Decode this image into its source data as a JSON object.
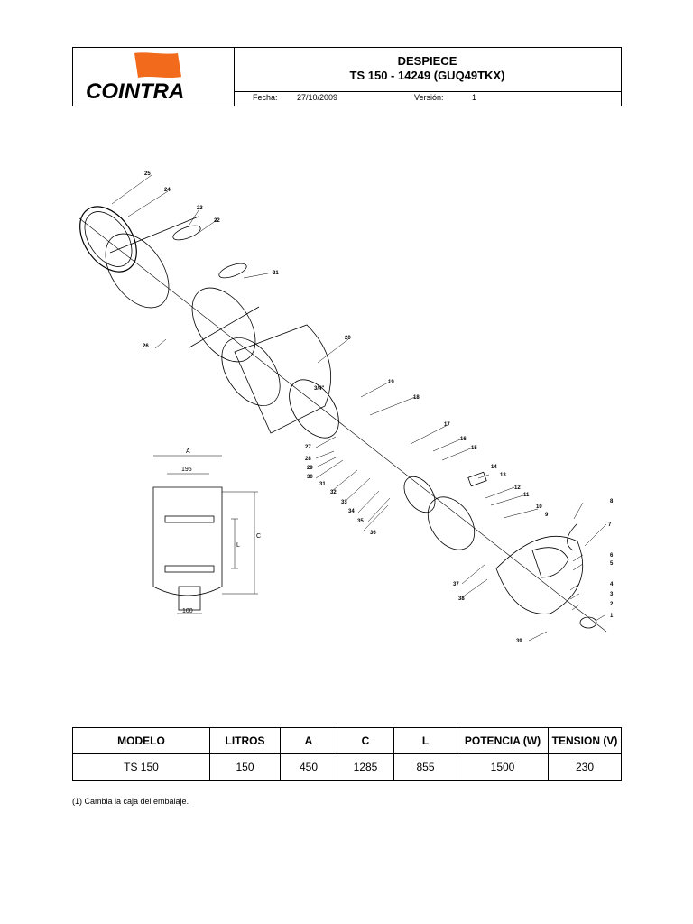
{
  "header": {
    "logo_text": "COINTRA",
    "title_line1": "DESPIECE",
    "title_line2": "TS 150 - 14249 (GUQ49TKX)",
    "date_label": "Fecha:",
    "date_value": "27/10/2009",
    "version_label": "Versión:",
    "version_value": "1"
  },
  "drawing": {
    "part_numbers": [
      "1",
      "2",
      "3",
      "4",
      "5",
      "6",
      "7",
      "8",
      "9",
      "10",
      "11",
      "12",
      "13",
      "14",
      "15",
      "16",
      "17",
      "18",
      "19",
      "20",
      "21",
      "22",
      "23",
      "24",
      "25",
      "26",
      "27",
      "28",
      "29",
      "30",
      "31",
      "32",
      "33",
      "34",
      "35",
      "36",
      "37",
      "38",
      "39"
    ],
    "thread_label": "3/4\"",
    "dim_a": "A",
    "dim_195": "195",
    "dim_l": "L",
    "dim_c": "C",
    "dim_100": "100"
  },
  "specs": {
    "headers": [
      "MODELO",
      "LITROS",
      "A",
      "C",
      "L",
      "POTENCIA (W)",
      "TENSION (V)"
    ],
    "rows": [
      [
        "TS 150",
        "150",
        "450",
        "1285",
        "855",
        "1500",
        "230"
      ]
    ]
  },
  "note": "(1) Cambia la caja del embalaje.",
  "colors": {
    "logo_flag": "#f26a1b"
  }
}
